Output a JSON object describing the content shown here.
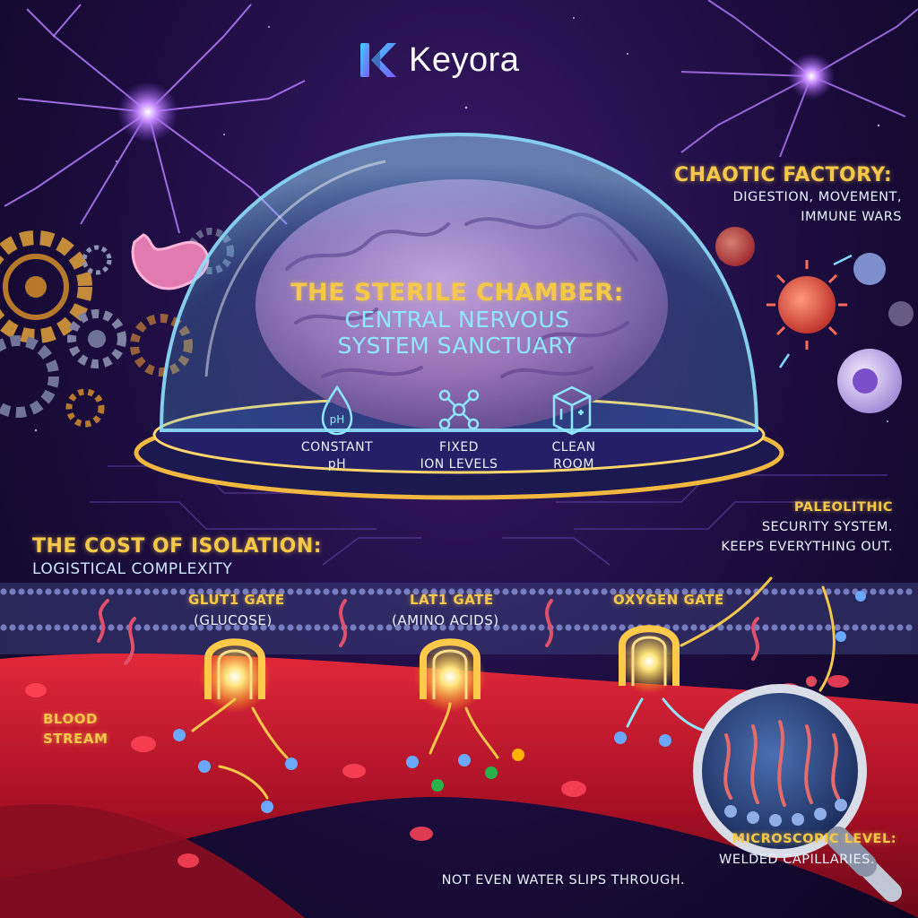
{
  "brand": {
    "name": "Keyora",
    "logo_icon": "keyora-k-logo-icon"
  },
  "colors": {
    "gold": "#f5c84a",
    "cyan": "#8ee8ff",
    "blood": "#b8122a",
    "dome": "#4fc3f7",
    "background": "#1b0c3d"
  },
  "chamber": {
    "title": "THE STERILE CHAMBER:",
    "subtitle_line1": "CENTRAL NERVOUS",
    "subtitle_line2": "SYSTEM SANCTUARY",
    "features": [
      {
        "icon": "ph-droplet-icon",
        "icon_text": "pH",
        "line1": "CONSTANT",
        "line2": "pH"
      },
      {
        "icon": "molecule-icon",
        "line1": "FIXED",
        "line2": "ION LEVELS"
      },
      {
        "icon": "sealed-box-icon",
        "line1": "CLEAN",
        "line2": "ROOM"
      }
    ]
  },
  "chaotic": {
    "title": "CHAOTIC FACTORY:",
    "line1": "DIGESTION, MOVEMENT,",
    "line2": "IMMUNE WARS"
  },
  "cost": {
    "title": "THE COST OF ISOLATION:",
    "subtitle": "LOGISTICAL COMPLEXITY"
  },
  "paleo": {
    "line1": "PALEOLITHIC",
    "line2": "SECURITY SYSTEM.",
    "line3": "KEEPS EVERYTHING OUT."
  },
  "gates": [
    {
      "name": "GLUT1 GATE",
      "sub": "(GLUCOSE)"
    },
    {
      "name": "LAT1 GATE",
      "sub": "(AMINO ACIDS)"
    },
    {
      "name": "OXYGEN GATE",
      "sub": ""
    }
  ],
  "blood": {
    "line1": "BLOOD",
    "line2": "STREAM"
  },
  "micro": {
    "title": "MICROSCOPIC LEVEL:",
    "line1": "WELDED CAPILLARIES.",
    "line2": "NOT EVEN WATER SLIPS THROUGH."
  }
}
